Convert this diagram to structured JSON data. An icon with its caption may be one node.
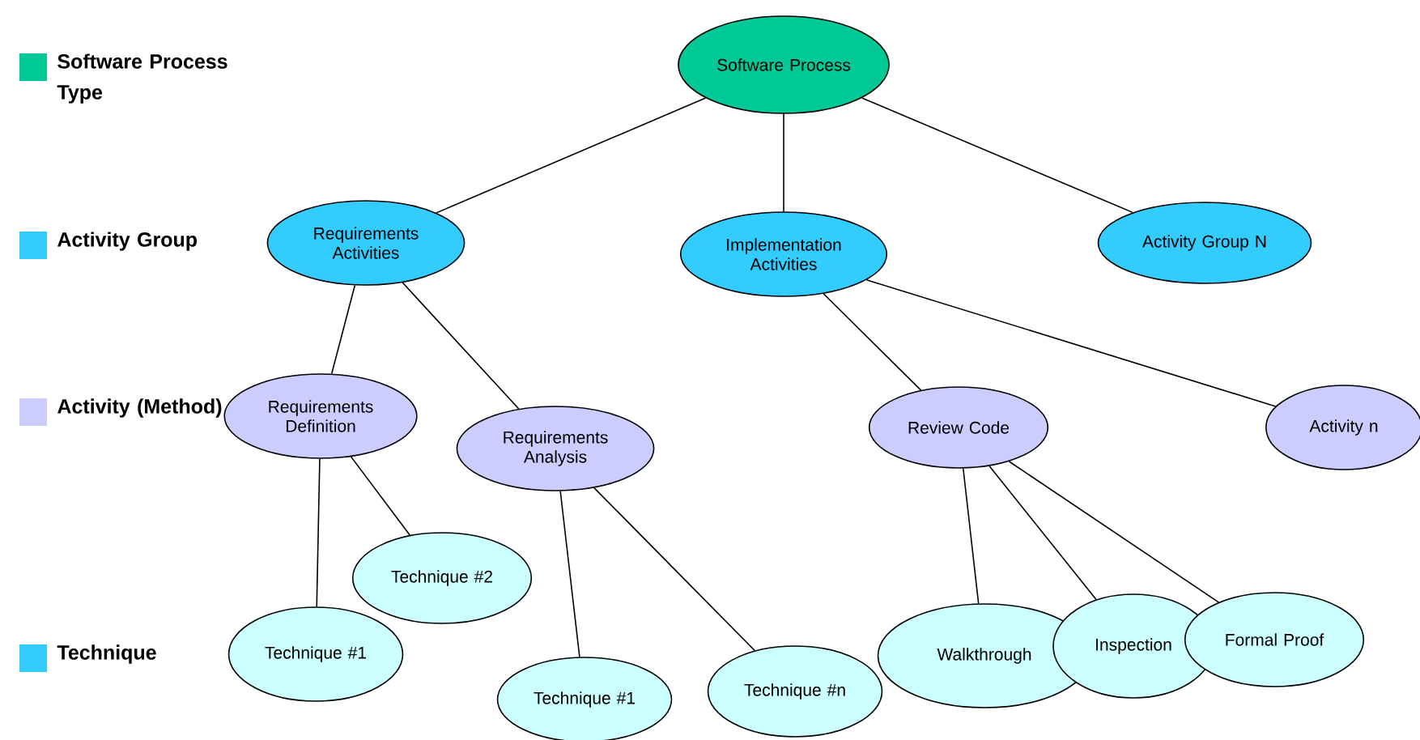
{
  "diagram": {
    "nodes": [
      {
        "text": [
          "Software Process"
        ]
      },
      {
        "text": [
          "Requirements Activities"
        ]
      },
      {
        "text": [
          "Implementation Activities"
        ]
      },
      {
        "text": [
          "Activity Group N"
        ]
      },
      {
        "text": [
          "Requirements Definition"
        ]
      },
      {
        "text": [
          "Requirements Analysis"
        ]
      },
      {
        "text": [
          "Technique #2"
        ]
      },
      {
        "text": [
          "Technique #1"
        ]
      },
      {
        "text": [
          "Technique #1"
        ]
      },
      {
        "text": [
          "Technique #n"
        ]
      },
      {
        "text": [
          "Review Code"
        ]
      },
      {
        "text": [
          "Activity n"
        ]
      },
      {
        "text": [
          "Walkthrough"
        ]
      },
      {
        "text": [
          "Inspection"
        ]
      },
      {
        "text": [
          "Formal Proof"
        ]
      }
    ],
    "edges": [
      {
        "from": 0,
        "to": 1,
        "arrow": "none"
      },
      {
        "from": 0,
        "to": 2,
        "arrow": "none"
      },
      {
        "from": 0,
        "to": 3,
        "arrow": "none"
      },
      {
        "from": 1,
        "to": 4,
        "arrow": "none"
      },
      {
        "from": 1,
        "to": 5,
        "arrow": "none"
      },
      {
        "from": 2,
        "to": 10,
        "arrow": "none"
      },
      {
        "from": 2,
        "to": 11,
        "arrow": "none"
      },
      {
        "from": 4,
        "to": 7,
        "arrow": "none"
      },
      {
        "from": 4,
        "to": 6,
        "arrow": "none"
      },
      {
        "from": 5,
        "to": 8,
        "arrow": "none"
      },
      {
        "from": 5,
        "to": 9,
        "arrow": "none"
      },
      {
        "from": 10,
        "to": 12,
        "arrow": "none"
      },
      {
        "from": 10,
        "to": 13,
        "arrow": "none"
      },
      {
        "from": 10,
        "to": 14,
        "arrow": "none"
      }
    ],
    "legend": [
      {
        "text": "Software Process Type",
        "color": "#00c896"
      },
      {
        "text": "Activity Group",
        "color": "#33ccff"
      },
      {
        "text": "Activity (Method)",
        "color": "#ccccff"
      },
      {
        "text": "Technique",
        "color": "#33ccff"
      }
    ]
  }
}
